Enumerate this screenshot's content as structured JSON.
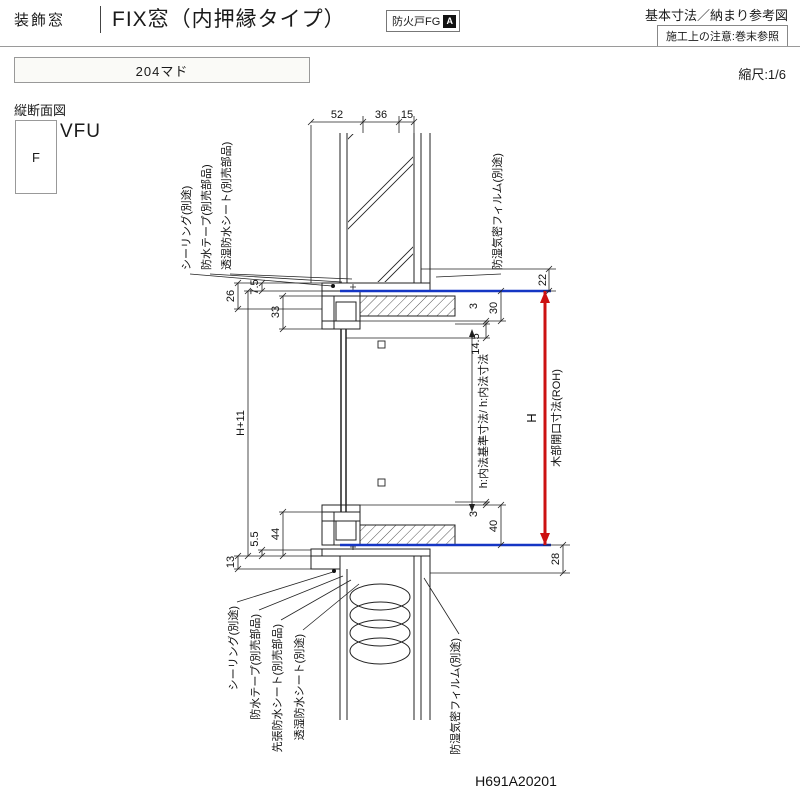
{
  "header": {
    "category": "装飾窓",
    "title": "FIX窓（内押縁タイプ）",
    "fire_badge": {
      "label": "防火戸FG",
      "mark": "A"
    },
    "ref_title": "基本寸法／納まり参考図",
    "construction_note": "施工上の注意:巻末参照"
  },
  "subheader": {
    "product_box": "204マド",
    "scale": "縮尺:1/6"
  },
  "section": {
    "label": "縦断面図",
    "mark": "F",
    "model": "VFU"
  },
  "drawing": {
    "code": "H691A20201",
    "dims_top": [
      "52",
      "36",
      "15"
    ],
    "dims_left": [
      "26",
      "7.5",
      "33",
      "H+11",
      "5.5",
      "44",
      "13"
    ],
    "dims_right": [
      "3",
      "30",
      "14.5",
      "3",
      "40",
      "22",
      "28"
    ],
    "red_dim": {
      "label": "H",
      "name": "木部開口寸法(ROH)"
    },
    "center_note": "h:内法基準寸法/ h:内法寸法",
    "labels_top_left": [
      "シーリング(別途)",
      "防水テープ(別売部品)",
      "透湿防水シート(別売部品)"
    ],
    "label_top_right": "防湿気密フィルム(別途)",
    "labels_bottom_left": [
      "シーリング(別途)",
      "防水テープ(別売部品)",
      "先張防水シート(別売部品)",
      "透湿防水シート(別途)"
    ],
    "label_bottom_right": "防湿気密フィルム(別途)",
    "colors": {
      "dimension_red": "#cc1111",
      "reference_blue": "#1536c4"
    }
  }
}
